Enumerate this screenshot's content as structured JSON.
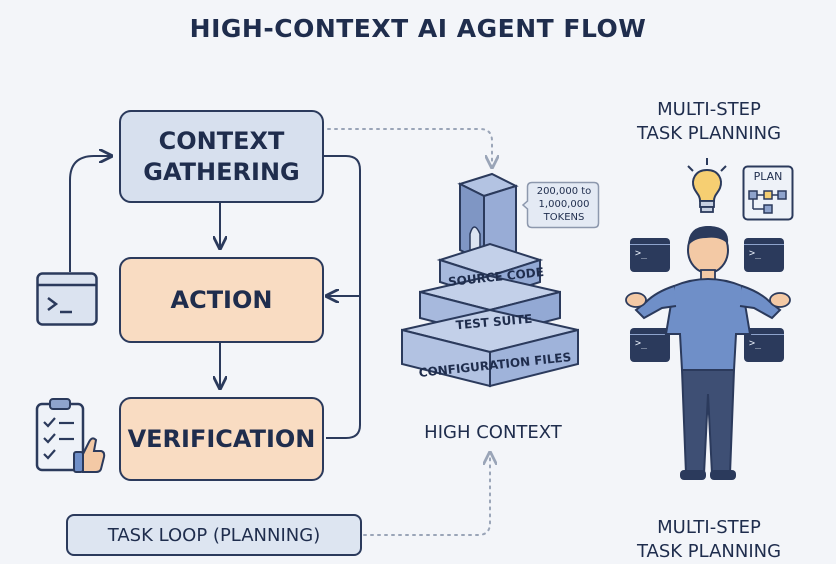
{
  "title": "HIGH-CONTEXT AI AGENT FLOW",
  "loop_boxes": {
    "context": [
      "CONTEXT",
      "GATHERING"
    ],
    "action": "ACTION",
    "verification": "VERIFICATION"
  },
  "task_loop": "TASK LOOP (PLANNING)",
  "stack": {
    "layers": [
      "SOURCE CODE",
      "TEST SUITE",
      "CONFIGURATION FILES"
    ],
    "tokens_callout": [
      "200,000 to",
      "1,000,000",
      "TOKENS"
    ],
    "label": "HIGH CONTEXT"
  },
  "planning": {
    "top_label": [
      "MULTI-STEP",
      "TASK PLANNING"
    ],
    "bottom_label": [
      "MULTI-STEP",
      "TASK PLANNING"
    ],
    "plan_card": "PLAN",
    "terminal_prompt": ">_"
  },
  "colors": {
    "ink": "#2b3a5c",
    "box_blue": "#d7e0ee",
    "box_peach": "#f9dcc2",
    "stack_blue": "#8ea3cc",
    "person_shirt": "#6f8fc8",
    "bulb": "#f6cf72",
    "skin": "#f3c9a5"
  }
}
